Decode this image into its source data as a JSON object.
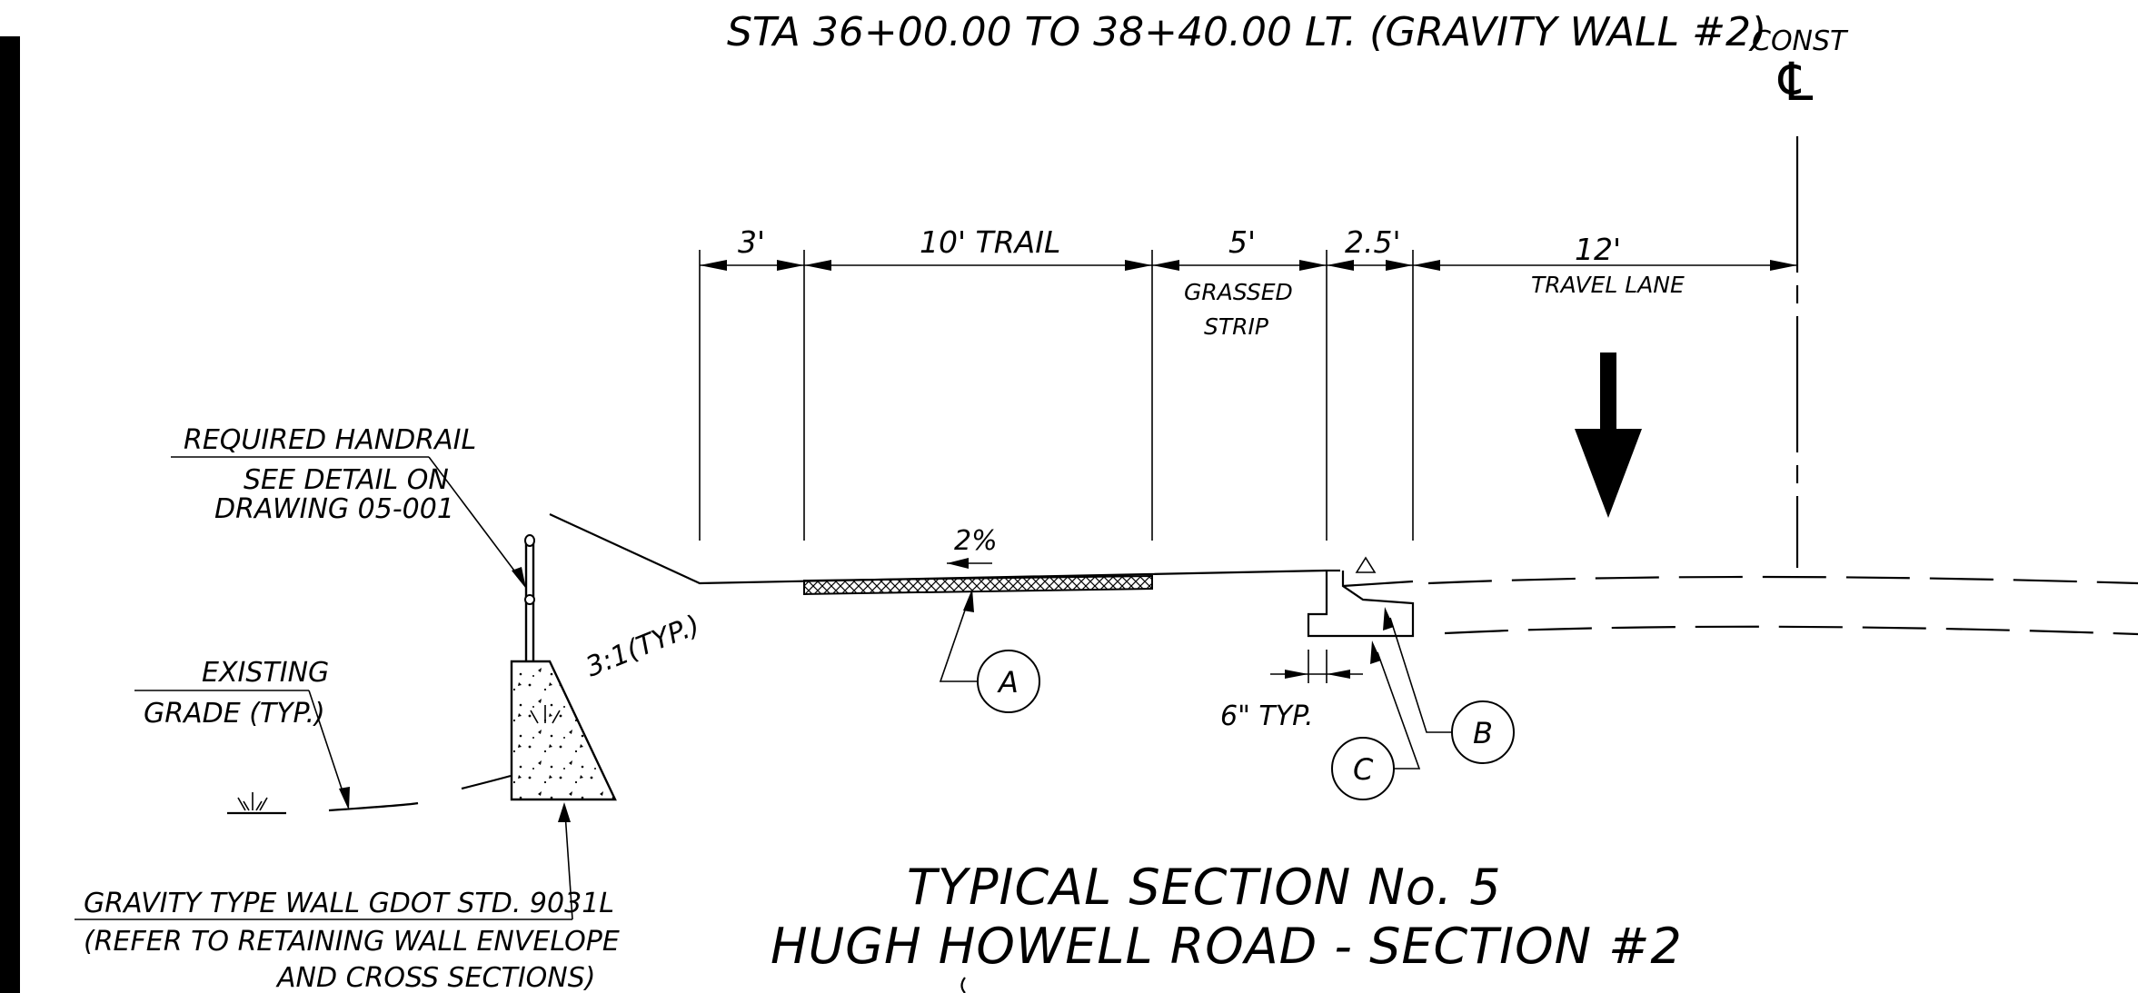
{
  "header": {
    "station_range": "STA 36+00.00 TO 38+40.00 LT. (GRAVITY WALL #2)",
    "const_label": "CONST",
    "centerline_symbol": "℄"
  },
  "dimensions": {
    "d1": "3'",
    "d2": "10' TRAIL",
    "d3": "5'",
    "d3_sub_1": "GRASSED",
    "d3_sub_2": "STRIP",
    "d4": "2.5'",
    "d5": "12'",
    "d5_sub": "TRAVEL LANE"
  },
  "notes": {
    "handrail_1": "REQUIRED HANDRAIL",
    "handrail_2": "SEE DETAIL ON",
    "handrail_3": "DRAWING 05-001",
    "existing_1": "EXISTING",
    "existing_2": "GRADE (TYP.)",
    "slope": "3:1(TYP.)",
    "cross_slope": "2%",
    "curb_offset": "6\" TYP.",
    "wall_1": "GRAVITY TYPE WALL GDOT STD. 9031L",
    "wall_2": "(REFER TO RETAINING WALL ENVELOPE",
    "wall_3": "AND CROSS SECTIONS)"
  },
  "callouts": {
    "a": "A",
    "b": "B",
    "c": "C"
  },
  "footer": {
    "title_1": "TYPICAL SECTION No. 5",
    "title_2": "HUGH HOWELL ROAD - SECTION #2"
  },
  "colors": {
    "ink": "#000000",
    "paper": "#ffffff"
  }
}
